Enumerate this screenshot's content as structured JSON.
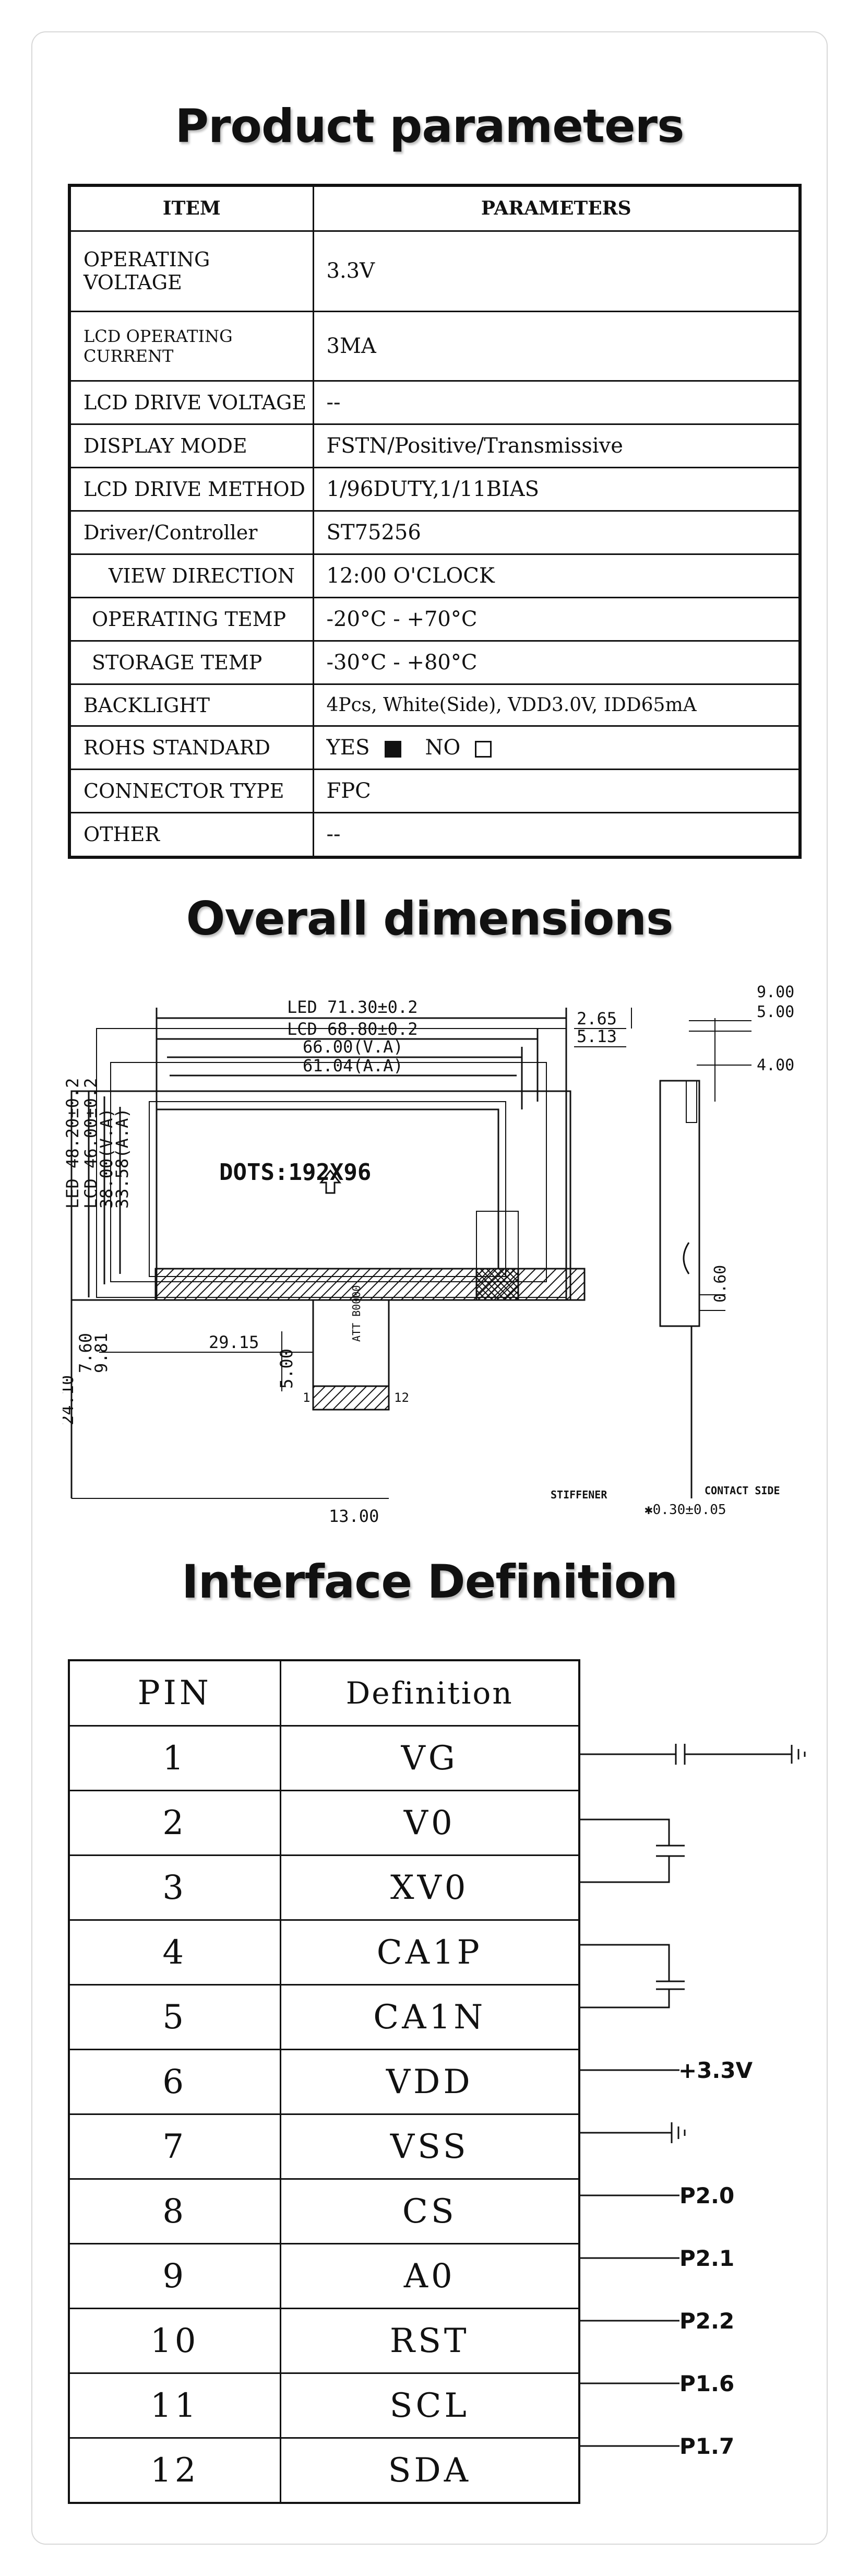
{
  "sections": {
    "product_parameters": "Product parameters",
    "overall_dimensions": "Overall dimensions",
    "interface_definition": "Interface Definition"
  },
  "params_table": {
    "header_item": "ITEM",
    "header_parameters": "PARAMETERS",
    "rows": [
      {
        "item": "OPERATING VOLTAGE",
        "value": "3.3V"
      },
      {
        "item": "LCD OPERATING CURRENT",
        "value": "3MA"
      },
      {
        "item": "LCD DRIVE VOLTAGE",
        "value": "--"
      },
      {
        "item": "DISPLAY MODE",
        "value": "FSTN/Positive/Transmissive"
      },
      {
        "item": "LCD DRIVE METHOD",
        "value": "1/96DUTY,1/11BIAS"
      },
      {
        "item": "Driver/Controller",
        "value": "ST75256"
      },
      {
        "item": "VIEW DIRECTION",
        "value": "12:00 O'CLOCK"
      },
      {
        "item": "OPERATING TEMP",
        "value": "-20°C - +70°C"
      },
      {
        "item": "STORAGE TEMP",
        "value": "-30°C - +80°C"
      },
      {
        "item": "BACKLIGHT",
        "value": "4Pcs, White(Side), VDD3.0V, IDD65mA"
      },
      {
        "item": "ROHS STANDARD",
        "yes_label": "YES",
        "no_label": "NO",
        "yes_checked": true,
        "no_checked": false
      },
      {
        "item": "CONNECTOR TYPE",
        "value": "FPC"
      },
      {
        "item": "OTHER",
        "value": "--"
      }
    ]
  },
  "drawing": {
    "dots": "DOTS:192X96",
    "dim_led_width": "LED 71.30±0.2",
    "dim_lcd_width": "LCD 68.80±0.2",
    "dim_va_width": "66.00(V.A)",
    "dim_aa_width": "61.04(A.A)",
    "dim_led_height": "LED 48.20±0.2",
    "dim_lcd_height": "LCD 46.00±0.2",
    "dim_va_height": "38.00(V.A)",
    "dim_aa_height": "33.58(A.A)",
    "dim_265": "2.65",
    "dim_513": "5.13",
    "dim_900": "9.00",
    "dim_500_side": "5.00",
    "dim_400": "4.00",
    "dim_060": "0.60",
    "dim_2410": "24.10",
    "dim_760": "7.60",
    "dim_981": "9.81",
    "dim_2915": "29.15",
    "dim_500_fpc": "5.00",
    "dim_1300": "13.00",
    "fpc_pin1": "1",
    "fpc_pin12": "12",
    "fpc_label": "ATT\nB0000",
    "stiffener": "STIFFENER",
    "contact_side": "CONTACT SIDE",
    "thickness": "✱0.30±0.05"
  },
  "pins_table": {
    "header_pin": "PIN",
    "header_def": "Definition",
    "rows": [
      {
        "pin": "1",
        "def": "VG"
      },
      {
        "pin": "2",
        "def": "V0"
      },
      {
        "pin": "3",
        "def": "XV0"
      },
      {
        "pin": "4",
        "def": "CA1P"
      },
      {
        "pin": "5",
        "def": "CA1N"
      },
      {
        "pin": "6",
        "def": "VDD"
      },
      {
        "pin": "7",
        "def": "VSS"
      },
      {
        "pin": "8",
        "def": "CS"
      },
      {
        "pin": "9",
        "def": "A0"
      },
      {
        "pin": "10",
        "def": "RST"
      },
      {
        "pin": "11",
        "def": "SCL"
      },
      {
        "pin": "12",
        "def": "SDA"
      }
    ]
  },
  "pin_connections": {
    "vdd": "+3.3V",
    "cs": "P2.0",
    "a0": "P2.1",
    "rst": "P2.2",
    "scl": "P1.6",
    "sda": "P1.7"
  }
}
